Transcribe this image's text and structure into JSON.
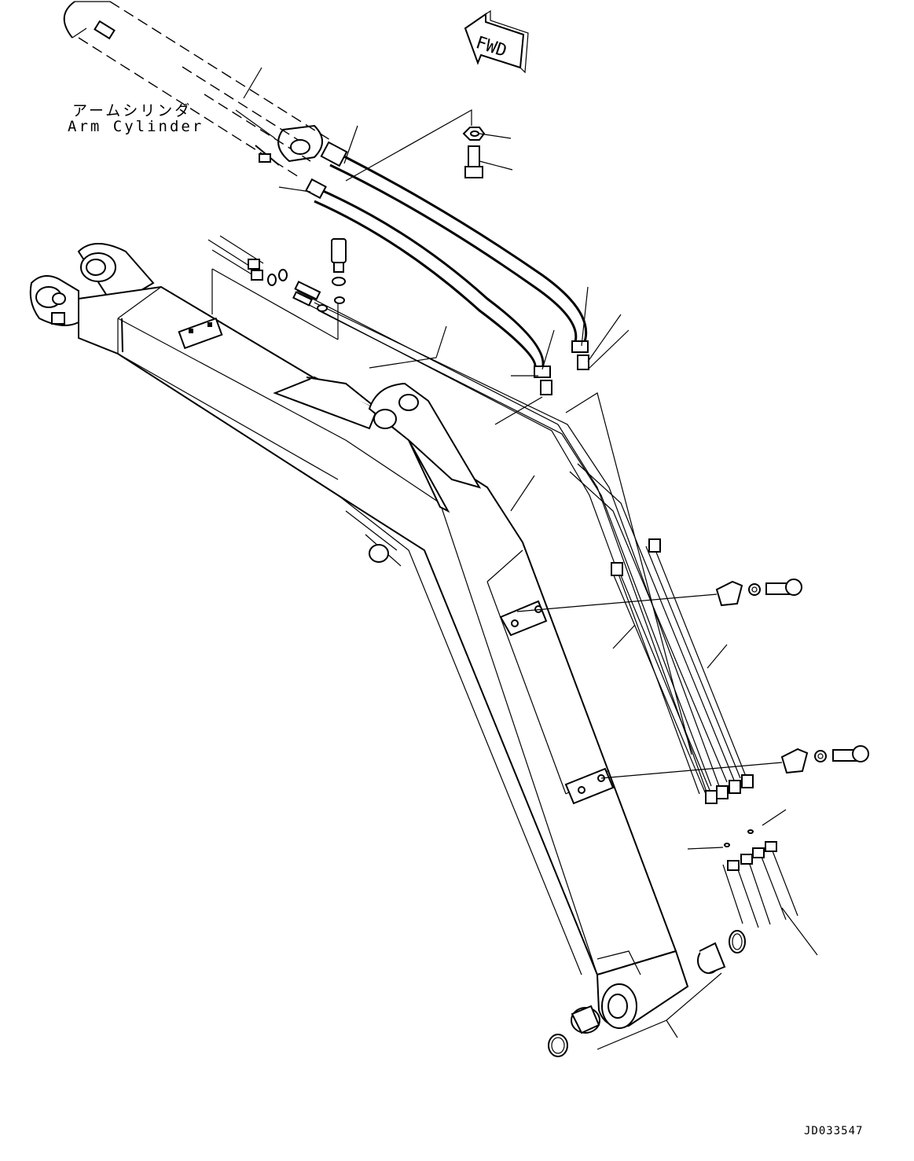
{
  "labels": {
    "arm_cylinder_jp": "アームシリンダ",
    "arm_cylinder_en": "Arm Cylinder",
    "fwd_arrow": "FWD",
    "drawing_id": "JD033547"
  }
}
